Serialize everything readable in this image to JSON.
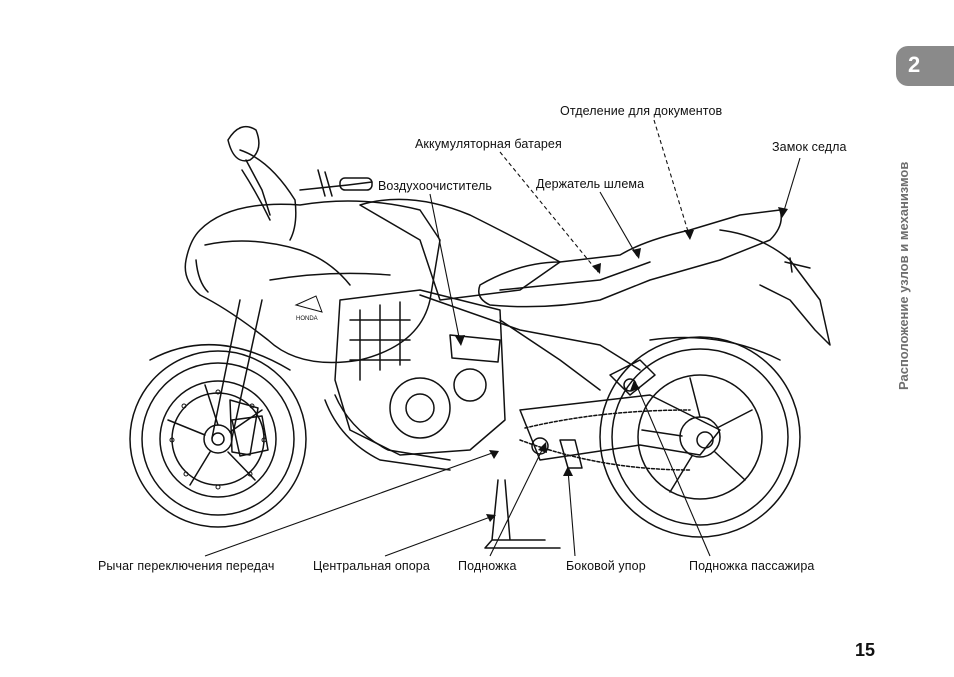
{
  "chapter": {
    "number": "2",
    "title": "Расположение узлов и механизмов"
  },
  "page_number": "15",
  "labels": {
    "documents": "Отделение для документов",
    "battery": "Аккумуляторная батарея",
    "seat_lock": "Замок седла",
    "air_cleaner": "Воздухоочиститель",
    "helmet_holder": "Держатель шлема",
    "shift_lever": "Рычаг переключения передач",
    "center_stand": "Центральная опора",
    "footpeg": "Подножка",
    "side_stand": "Боковой упор",
    "passenger_footpeg": "Подножка пассажира"
  }
}
